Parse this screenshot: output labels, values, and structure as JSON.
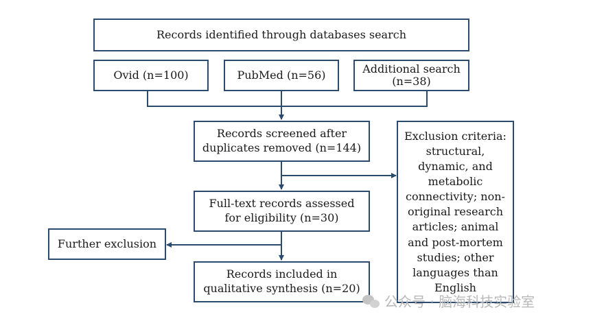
{
  "boxes": {
    "identified": "Records identified through databases search",
    "ovid": "Ovid (n=100)",
    "pubmed": "PubMed (n=56)",
    "additional_line1": "Additional search",
    "additional_line2": "(n=38)",
    "screened_line1": "Records screened after",
    "screened_line2": "duplicates removed (n=144)",
    "fulltext_line1": "Full-text records assessed",
    "fulltext_line2": "for eligibility (n=30)",
    "included_line1": "Records included in",
    "included_line2": "qualitative synthesis (n=20)",
    "further": "Further exclusion",
    "exclusion_lines": [
      "Exclusion criteria:",
      "structural,",
      "dynamic, and",
      "metabolic",
      "connectivity; non-",
      "original research",
      "articles; animal",
      "and post-mortem",
      "studies; other",
      "languages than",
      "English"
    ]
  },
  "watermark": {
    "text": "公众号 · 脑海科技实验室",
    "icon": "wechat-icon"
  },
  "colors": {
    "border": "#2b4a6f",
    "watermark": "#b8b8b8"
  }
}
